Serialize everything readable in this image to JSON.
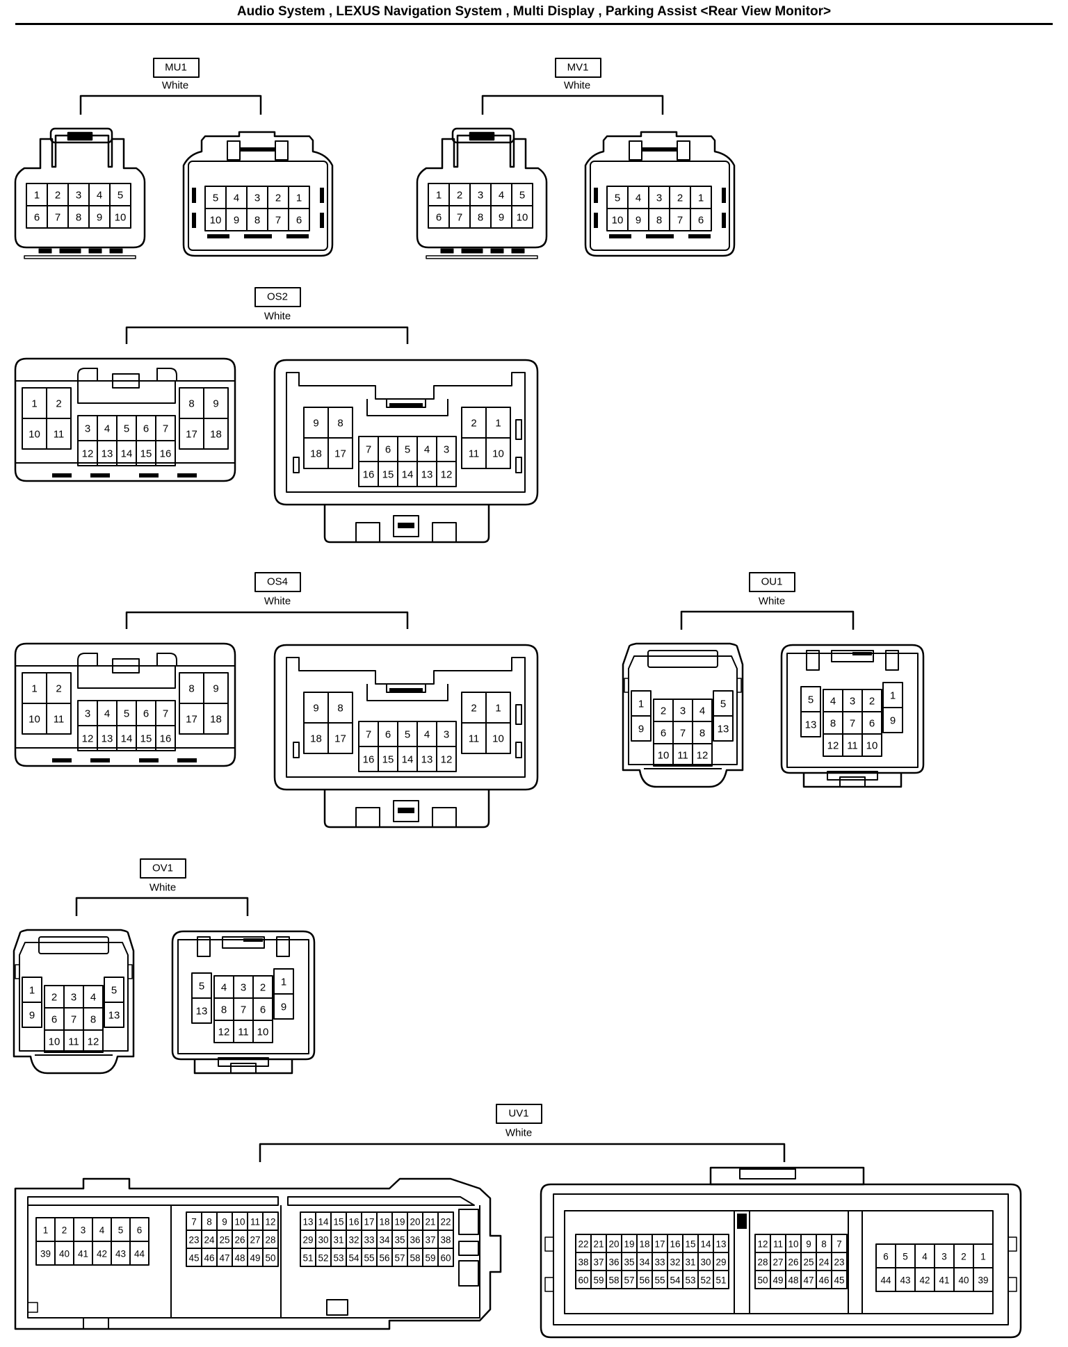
{
  "title": "Audio System , LEXUS Navigation System , Multi Display , Parking Assist <Rear View Monitor>",
  "connectors": [
    {
      "id": "mu1",
      "code": "MU1",
      "color": "White",
      "left": [
        [
          "1",
          "2",
          "3",
          "4",
          "5"
        ],
        [
          "6",
          "7",
          "8",
          "9",
          "10"
        ]
      ],
      "right": [
        [
          "5",
          "4",
          "3",
          "2",
          "1"
        ],
        [
          "10",
          "9",
          "8",
          "7",
          "6"
        ]
      ]
    },
    {
      "id": "mv1",
      "code": "MV1",
      "color": "White",
      "left": [
        [
          "1",
          "2",
          "3",
          "4",
          "5"
        ],
        [
          "6",
          "7",
          "8",
          "9",
          "10"
        ]
      ],
      "right": [
        [
          "5",
          "4",
          "3",
          "2",
          "1"
        ],
        [
          "10",
          "9",
          "8",
          "7",
          "6"
        ]
      ]
    },
    {
      "id": "os2",
      "code": "OS2",
      "color": "White",
      "left": {
        "sideL": [
          [
            "1",
            "2"
          ],
          [
            "10",
            "11"
          ]
        ],
        "center": [
          [
            "3",
            "4",
            "5",
            "6",
            "7"
          ],
          [
            "12",
            "13",
            "14",
            "15",
            "16"
          ]
        ],
        "sideR": [
          [
            "8",
            "9"
          ],
          [
            "17",
            "18"
          ]
        ]
      },
      "right": {
        "sideL": [
          [
            "9",
            "8"
          ],
          [
            "18",
            "17"
          ]
        ],
        "center": [
          [
            "7",
            "6",
            "5",
            "4",
            "3"
          ],
          [
            "16",
            "15",
            "14",
            "13",
            "12"
          ]
        ],
        "sideR": [
          [
            "2",
            "1"
          ],
          [
            "11",
            "10"
          ]
        ]
      }
    },
    {
      "id": "os4",
      "code": "OS4",
      "color": "White",
      "left": {
        "sideL": [
          [
            "1",
            "2"
          ],
          [
            "10",
            "11"
          ]
        ],
        "center": [
          [
            "3",
            "4",
            "5",
            "6",
            "7"
          ],
          [
            "12",
            "13",
            "14",
            "15",
            "16"
          ]
        ],
        "sideR": [
          [
            "8",
            "9"
          ],
          [
            "17",
            "18"
          ]
        ]
      },
      "right": {
        "sideL": [
          [
            "9",
            "8"
          ],
          [
            "18",
            "17"
          ]
        ],
        "center": [
          [
            "7",
            "6",
            "5",
            "4",
            "3"
          ],
          [
            "16",
            "15",
            "14",
            "13",
            "12"
          ]
        ],
        "sideR": [
          [
            "2",
            "1"
          ],
          [
            "11",
            "10"
          ]
        ]
      }
    },
    {
      "id": "ou1",
      "code": "OU1",
      "color": "White",
      "left": {
        "outerL": [
          "1",
          "9"
        ],
        "grid": [
          [
            "2",
            "3",
            "4"
          ],
          [
            "6",
            "7",
            "8"
          ],
          [
            "10",
            "11",
            "12"
          ]
        ],
        "outerR": [
          "5",
          "13"
        ]
      },
      "right": {
        "outerL": [
          "5",
          "13"
        ],
        "grid": [
          [
            "4",
            "3",
            "2"
          ],
          [
            "8",
            "7",
            "6"
          ],
          [
            "12",
            "11",
            "10"
          ]
        ],
        "outerR": [
          "1",
          "9"
        ]
      }
    },
    {
      "id": "ov1",
      "code": "OV1",
      "color": "White",
      "left": {
        "outerL": [
          "1",
          "9"
        ],
        "grid": [
          [
            "2",
            "3",
            "4"
          ],
          [
            "6",
            "7",
            "8"
          ],
          [
            "10",
            "11",
            "12"
          ]
        ],
        "outerR": [
          "5",
          "13"
        ]
      },
      "right": {
        "outerL": [
          "5",
          "13"
        ],
        "grid": [
          [
            "4",
            "3",
            "2"
          ],
          [
            "8",
            "7",
            "6"
          ],
          [
            "12",
            "11",
            "10"
          ]
        ],
        "outerR": [
          "1",
          "9"
        ]
      }
    },
    {
      "id": "uv1",
      "code": "UV1",
      "color": "White",
      "left": {
        "a": [
          [
            "1",
            "2",
            "3",
            "4",
            "5",
            "6"
          ],
          [
            "39",
            "40",
            "41",
            "42",
            "43",
            "44"
          ]
        ],
        "b": [
          [
            "7",
            "8",
            "9",
            "10",
            "11",
            "12"
          ],
          [
            "23",
            "24",
            "25",
            "26",
            "27",
            "28"
          ],
          [
            "45",
            "46",
            "47",
            "48",
            "49",
            "50"
          ]
        ],
        "c": [
          [
            "13",
            "14",
            "15",
            "16",
            "17",
            "18",
            "19",
            "20",
            "21",
            "22"
          ],
          [
            "29",
            "30",
            "31",
            "32",
            "33",
            "34",
            "35",
            "36",
            "37",
            "38"
          ],
          [
            "51",
            "52",
            "53",
            "54",
            "55",
            "56",
            "57",
            "58",
            "59",
            "60"
          ]
        ]
      },
      "right": {
        "c": [
          [
            "22",
            "21",
            "20",
            "19",
            "18",
            "17",
            "16",
            "15",
            "14",
            "13"
          ],
          [
            "38",
            "37",
            "36",
            "35",
            "34",
            "33",
            "32",
            "31",
            "30",
            "29"
          ],
          [
            "60",
            "59",
            "58",
            "57",
            "56",
            "55",
            "54",
            "53",
            "52",
            "51"
          ]
        ],
        "b": [
          [
            "12",
            "11",
            "10",
            "9",
            "8",
            "7"
          ],
          [
            "28",
            "27",
            "26",
            "25",
            "24",
            "23"
          ],
          [
            "50",
            "49",
            "48",
            "47",
            "46",
            "45"
          ]
        ],
        "a": [
          [
            "6",
            "5",
            "4",
            "3",
            "2",
            "1"
          ],
          [
            "44",
            "43",
            "42",
            "41",
            "40",
            "39"
          ]
        ]
      }
    }
  ]
}
